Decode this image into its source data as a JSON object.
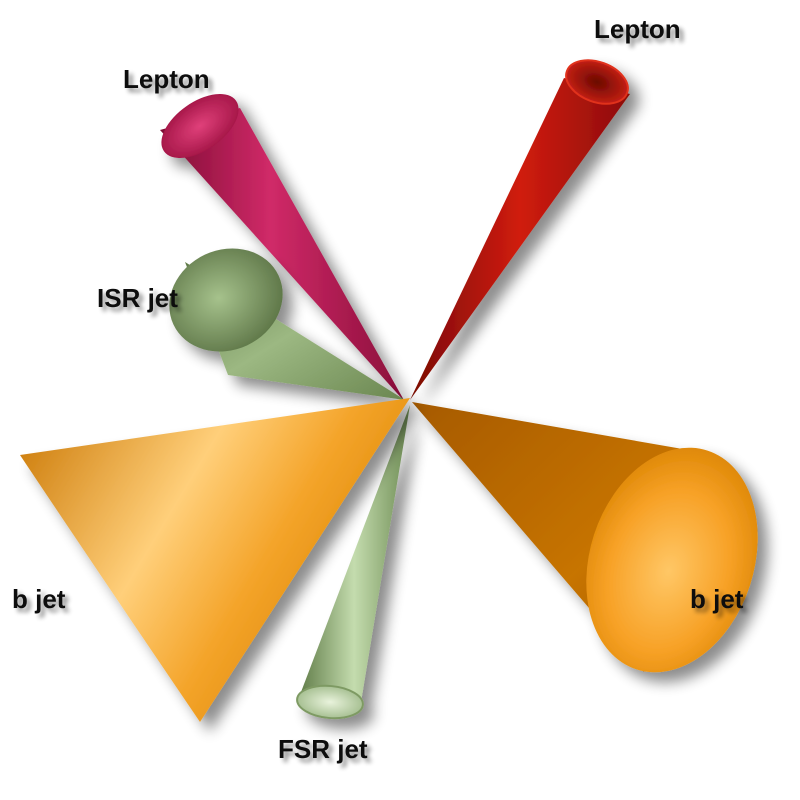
{
  "diagram": {
    "labels": {
      "lepton_left": "Lepton",
      "lepton_right": "Lepton",
      "isr_jet": "ISR jet",
      "fsr_jet": "FSR jet",
      "b_jet_left": "b jet",
      "b_jet_right": "b jet"
    },
    "colors": {
      "lepton_left": "#c2185b",
      "lepton_right": "#c1120a",
      "isr_jet": "#7f9c63",
      "fsr_jet": "#8fae72",
      "b_jet_left": "#f0a020",
      "b_jet_right": "#e08e10"
    }
  }
}
